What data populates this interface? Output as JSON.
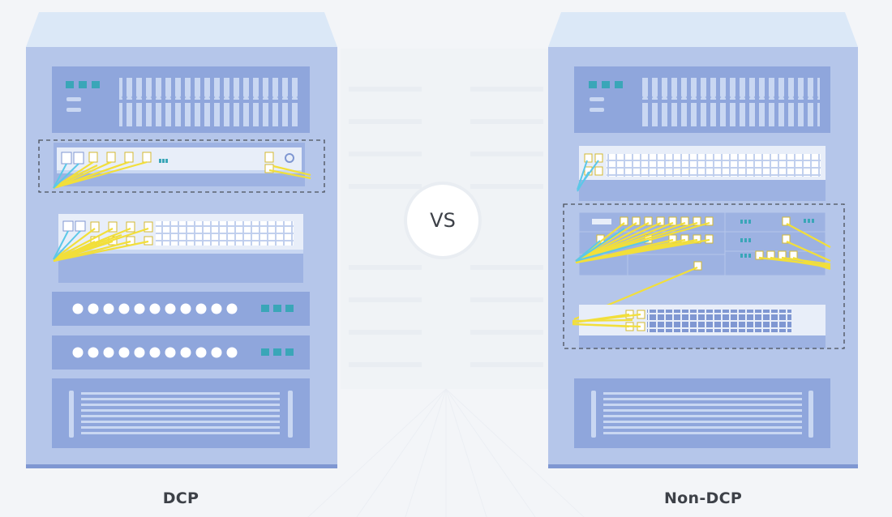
{
  "comparison": {
    "vs_label": "VS",
    "left_caption": "DCP",
    "right_caption": "Non-DCP"
  },
  "colors": {
    "background": "#f3f5f8",
    "rack_body": "#b5c6ea",
    "rack_top": "#dbe8f7",
    "panel": "#8fa6dc",
    "panel_light": "#c9d7f2",
    "led": "#3aa6b8",
    "fiber_yellow": "#f2df3a",
    "fiber_blue": "#5cc8e8",
    "highlight_box": "#4a4f58",
    "caption_text": "#3d4148"
  },
  "icons": {
    "left_rack": "server-rack-icon",
    "right_rack": "server-rack-icon",
    "brand_logo": "fs-logo-icon"
  }
}
